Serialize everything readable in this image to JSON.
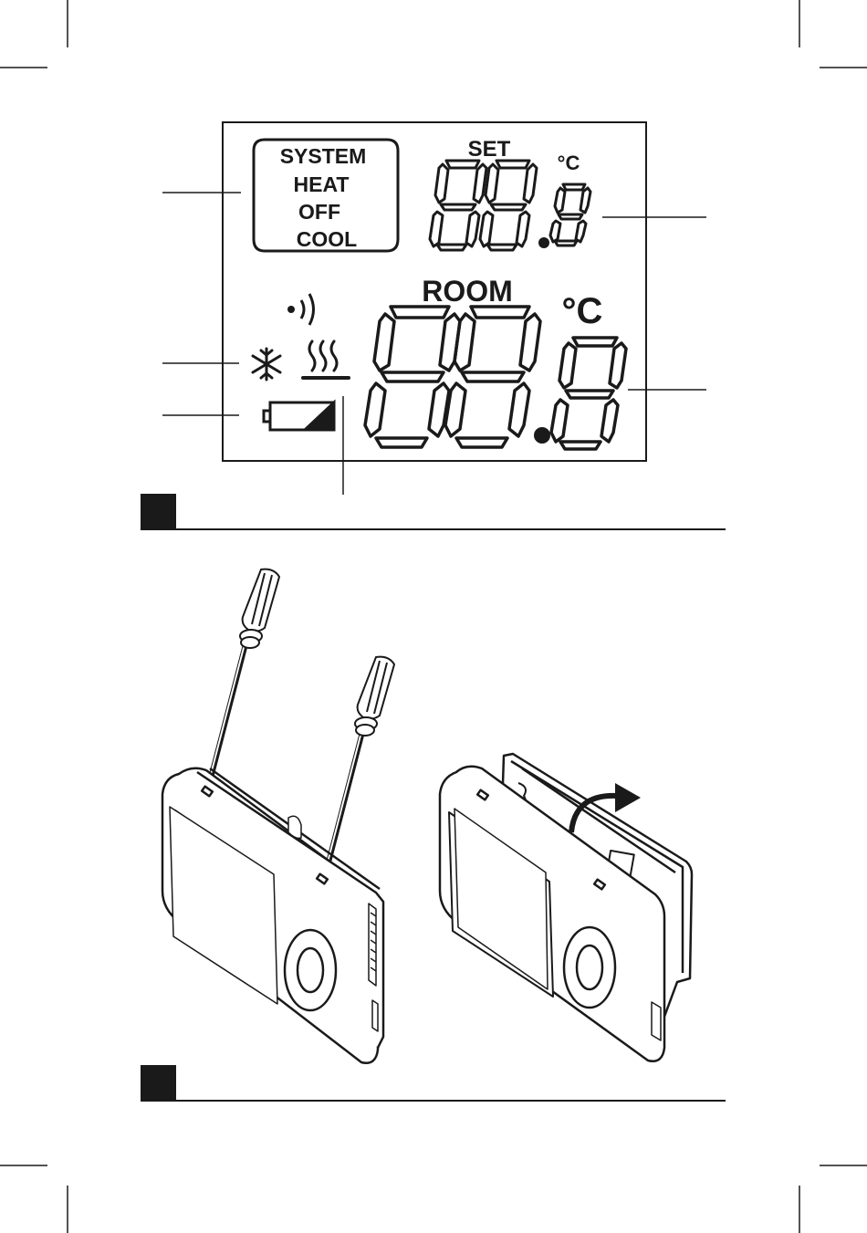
{
  "lcd": {
    "system_box": {
      "title": "SYSTEM",
      "modes": [
        "HEAT",
        "OFF",
        "COOL"
      ]
    },
    "set_label": "SET",
    "set_unit": "°C",
    "room_label": "ROOM",
    "room_unit": "°C",
    "icons": [
      "wireless-signal-icon",
      "snowflake-icon",
      "heating-icon",
      "battery-icon"
    ]
  },
  "figures": [
    {
      "marker_color": "#1a1a1a"
    },
    {
      "marker_color": "#1a1a1a"
    }
  ],
  "colors": {
    "ink": "#1a1a1a",
    "background": "#ffffff"
  }
}
